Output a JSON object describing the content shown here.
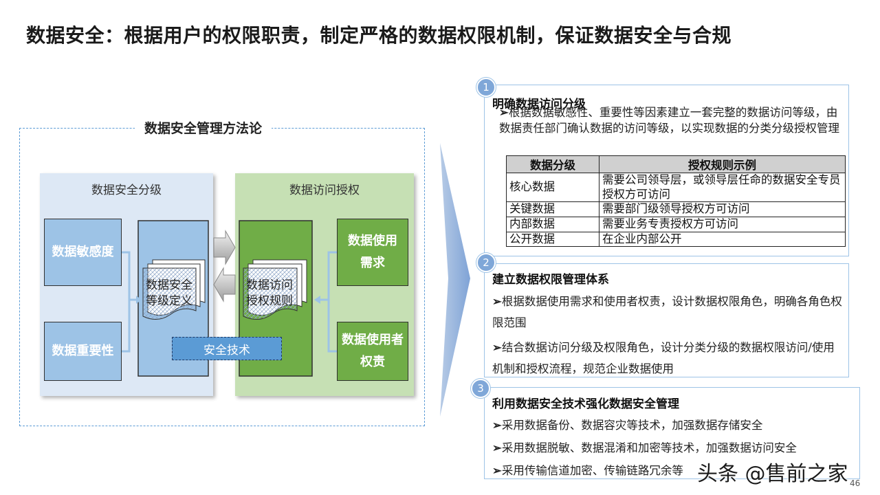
{
  "title": "数据安全：根据用户的权限职责，制定严格的数据权限机制，保证数据安全与合规",
  "method": {
    "title": "数据安全管理方法论",
    "classification": {
      "label": "数据安全分级",
      "box1": "数据敏感度",
      "box2": "数据重要性",
      "doc": [
        "数据安全",
        "等级定义"
      ]
    },
    "authorization": {
      "label": "数据访问授权",
      "doc": [
        "数据访问",
        "授权规则"
      ],
      "box1": [
        "数据使用",
        "需求"
      ],
      "box2": [
        "数据使用者",
        "权责"
      ]
    },
    "tech": "安全技术"
  },
  "sections": [
    {
      "num": "1",
      "head": "明确数据访问分级",
      "bullets": [
        "根据数据敏感性、重要性等因素建立一套完整的数据访问等级，由数据责任部门确认数据的访问等级，以实现数据的分类分级授权管理"
      ],
      "table": {
        "headers": [
          "数据分级",
          "授权规则示例"
        ],
        "rows": [
          [
            "核心数据",
            "需要公司领导层，或领导层任命的数据安全专员授权方可访问"
          ],
          [
            "关键数据",
            "需要部门级领导授权方可访问"
          ],
          [
            "内部数据",
            "需要业务专责授权方可访问"
          ],
          [
            "公开数据",
            "在企业内部公开"
          ]
        ]
      }
    },
    {
      "num": "2",
      "head": "建立数据权限管理体系",
      "bullets": [
        "根据数据使用需求和使用者权责，设计数据权限角色，明确各角色权限范围",
        "结合数据访问分级及权限角色，设计分类分级的数据权限访问/使用机制和授权流程，规范企业数据使用"
      ]
    },
    {
      "num": "3",
      "head": "利用数据安全技术强化数据安全管理",
      "bullets": [
        "采用数据备份、数据容灾等技术，加强数据存储安全",
        "采用数据脱敏、数据混淆和加密等技术，加强数据访问安全",
        "采用传输信道加密、传输链路冗余等"
      ]
    }
  ],
  "watermark": "头条 @售前之家",
  "page_number": "46",
  "colors": {
    "blue_box": "#9dc3e6",
    "green_box": "#70ad47",
    "left_zone": "#dde8f5",
    "right_zone": "#c6e0b4",
    "tech": "#5b9bd5",
    "badge": "#7fa7d8"
  }
}
